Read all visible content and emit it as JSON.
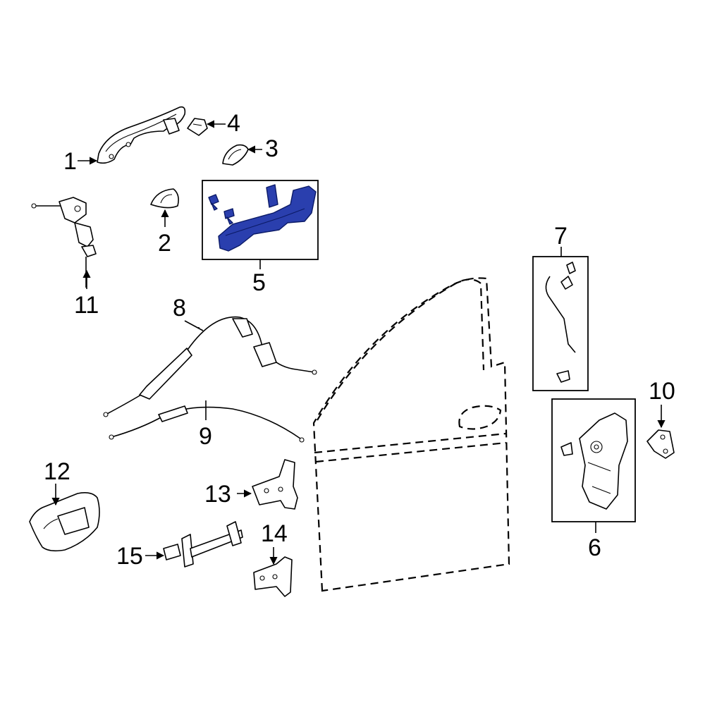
{
  "diagram": {
    "parts": [
      {
        "number": "1"
      },
      {
        "number": "2"
      },
      {
        "number": "3"
      },
      {
        "number": "4"
      },
      {
        "number": "5"
      },
      {
        "number": "6"
      },
      {
        "number": "7"
      },
      {
        "number": "8"
      },
      {
        "number": "9"
      },
      {
        "number": "10"
      },
      {
        "number": "11"
      },
      {
        "number": "12"
      },
      {
        "number": "13"
      },
      {
        "number": "14"
      },
      {
        "number": "15"
      }
    ],
    "highlight_color": "#2a3fae",
    "highlighted_part": "5"
  }
}
